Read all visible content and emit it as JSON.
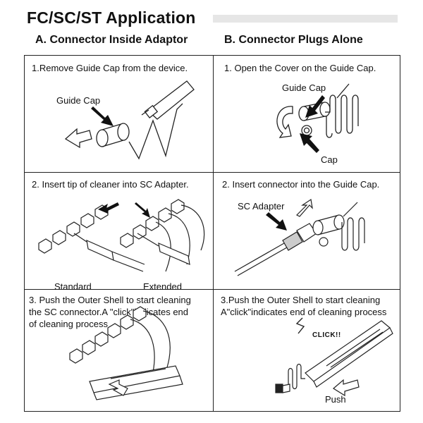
{
  "header": {
    "title": "FC/SC/ST Application"
  },
  "sections": {
    "a": "A. Connector Inside Adaptor",
    "b": "B. Connector Plugs Alone"
  },
  "panels": {
    "a1": {
      "step": "1.Remove Guide Cap from the device.",
      "labels": {
        "guide_cap": "Guide Cap"
      }
    },
    "b1": {
      "step": "1. Open the Cover on the Guide Cap.",
      "labels": {
        "guide_cap": "Guide Cap",
        "cap": "Cap"
      }
    },
    "a2": {
      "step": "2. Insert tip of cleaner into SC Adapter.",
      "labels": {
        "standard": "Standard",
        "extended": "Extended"
      }
    },
    "b2": {
      "step": "2. Insert connector into the Guide Cap.",
      "labels": {
        "sc_adapter": "SC Adapter"
      }
    },
    "a3": {
      "step": "3. Push the Outer Shell to start cleaning\nthe SC connector.A \"click\"indicates end\nof cleaning process"
    },
    "b3": {
      "step": "3.Push the Outer Shell to start cleaning\nA\"click\"indicates end of cleaning process",
      "labels": {
        "click": "CLICK!!",
        "push": "Push"
      }
    }
  }
}
